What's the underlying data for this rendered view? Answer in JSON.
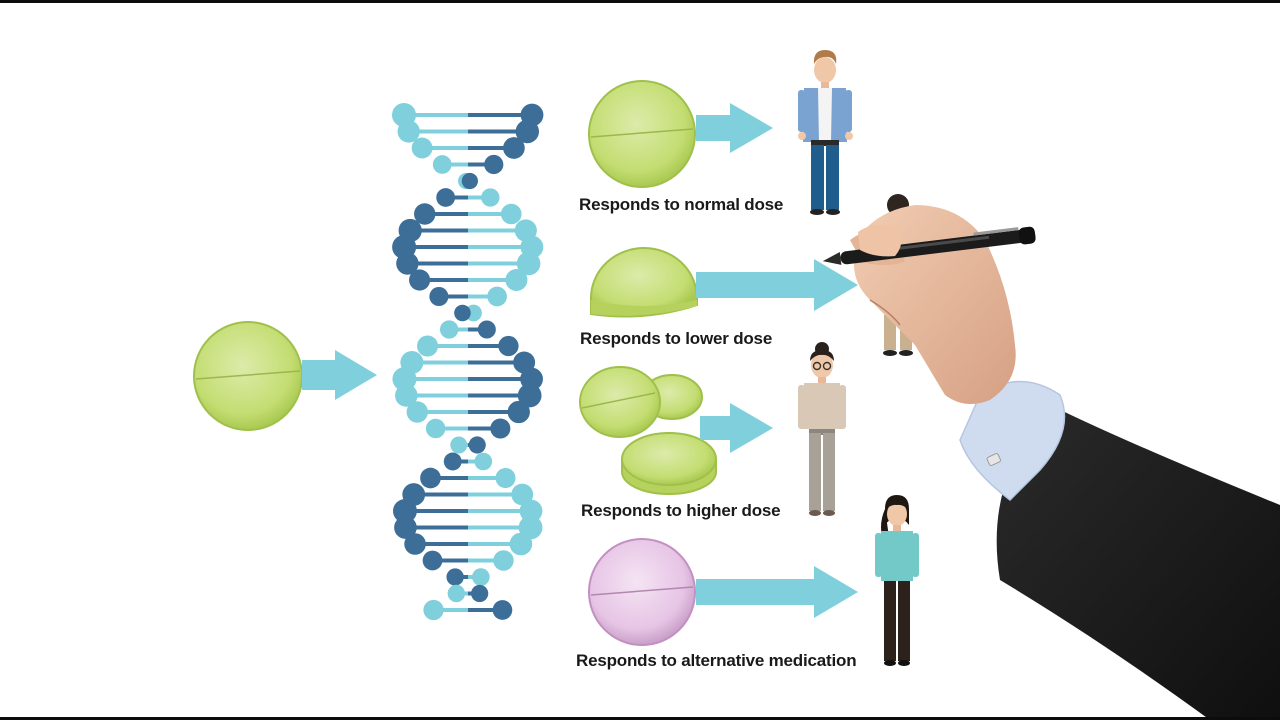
{
  "captions": {
    "normal": "Responds to normal dose",
    "lower": "Responds to lower dose",
    "higher": "Responds to higher dose",
    "alternative": "Responds to alternative medication"
  },
  "colors": {
    "pill_green": "#c8e07a",
    "pill_purple": "#e7c6e6",
    "arrow": "#7fd0dc",
    "dna_light": "#7fd0dc",
    "dna_dark": "#3d6e98"
  },
  "icons": [
    "green-pill-icon",
    "half-pill-icon",
    "purple-pill-icon",
    "dna-helix-icon",
    "person-icon",
    "hand-with-pen"
  ]
}
